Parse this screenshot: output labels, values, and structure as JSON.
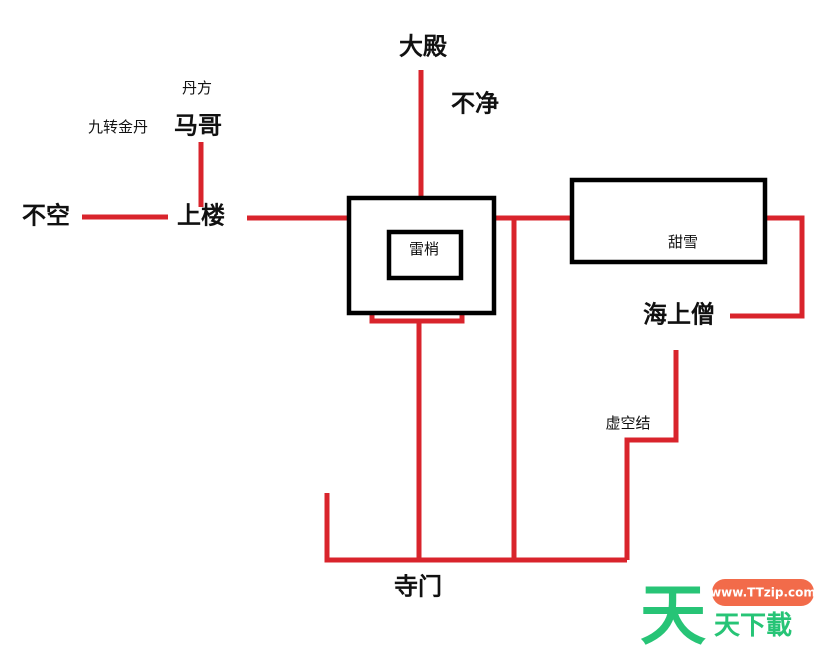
{
  "nodes": {
    "hall": "大殿",
    "bujing": "不净",
    "danfang": "丹方",
    "jiuzhuan": "九转金丹",
    "mage": "马哥",
    "bukong": "不空",
    "upstairs": "上楼",
    "leishao": "雷梢",
    "tianxue": "甜雪",
    "haishangseng": "海上僧",
    "xukongjie": "虚空结",
    "gate": "寺门"
  },
  "watermark": {
    "url": "www.TTzip.com",
    "big_char": "天",
    "text": "天下載"
  },
  "colors": {
    "line": "#d9242c",
    "box": "#000000",
    "watermark": "#27c476",
    "watermark_badge": "#f26b4a"
  }
}
